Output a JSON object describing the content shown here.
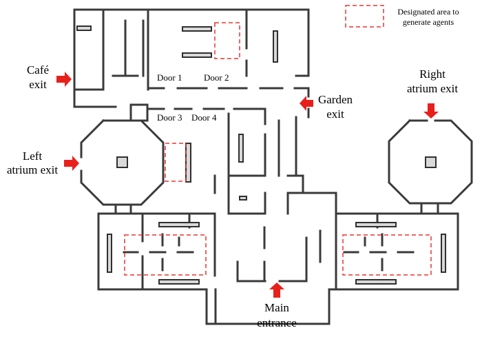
{
  "legend": {
    "line1": "Designated area to",
    "line2": "generate agents",
    "color": "#e8332f"
  },
  "exits": {
    "cafe": [
      "Café",
      "exit"
    ],
    "left_atrium": [
      "Left",
      "atrium exit"
    ],
    "right_atrium": [
      "Right",
      "atrium exit"
    ],
    "garden": [
      "Garden",
      "exit"
    ],
    "main": [
      "Main",
      "entrance"
    ]
  },
  "doors": {
    "door1": "Door 1",
    "door2": "Door 2",
    "door3": "Door 3",
    "door4": "Door 4"
  },
  "colors": {
    "arrow": "#e8201c",
    "wall": "#3a3a3a",
    "furniture": "#d9d9d9"
  }
}
